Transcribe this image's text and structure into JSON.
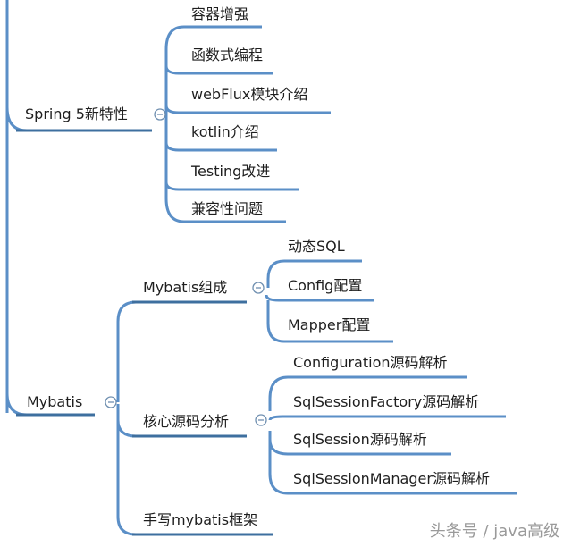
{
  "mindmap": {
    "spring": {
      "label": "Spring 5新特性",
      "children": [
        "容器增强",
        "函数式编程",
        "webFlux模块介绍",
        "kotlin介绍",
        "Testing改进",
        "兼容性问题"
      ]
    },
    "mybatis": {
      "label": "Mybatis",
      "children": [
        {
          "label": "Mybatis组成",
          "children": [
            "动态SQL",
            "Config配置",
            "Mapper配置"
          ]
        },
        {
          "label": "核心源码分析",
          "children": [
            "Configuration源码解析",
            "SqlSessionFactory源码解析",
            "SqlSession源码解析",
            "SqlSessionManager源码解析"
          ]
        },
        {
          "label": "手写mybatis框架",
          "children": []
        }
      ]
    }
  },
  "watermark": "头条号 / java高级",
  "colors": {
    "line": "#5b8fc7",
    "line_dark": "#3e6f9f",
    "toggle": "#6f8fb0"
  },
  "toggle_symbol": "⊖"
}
